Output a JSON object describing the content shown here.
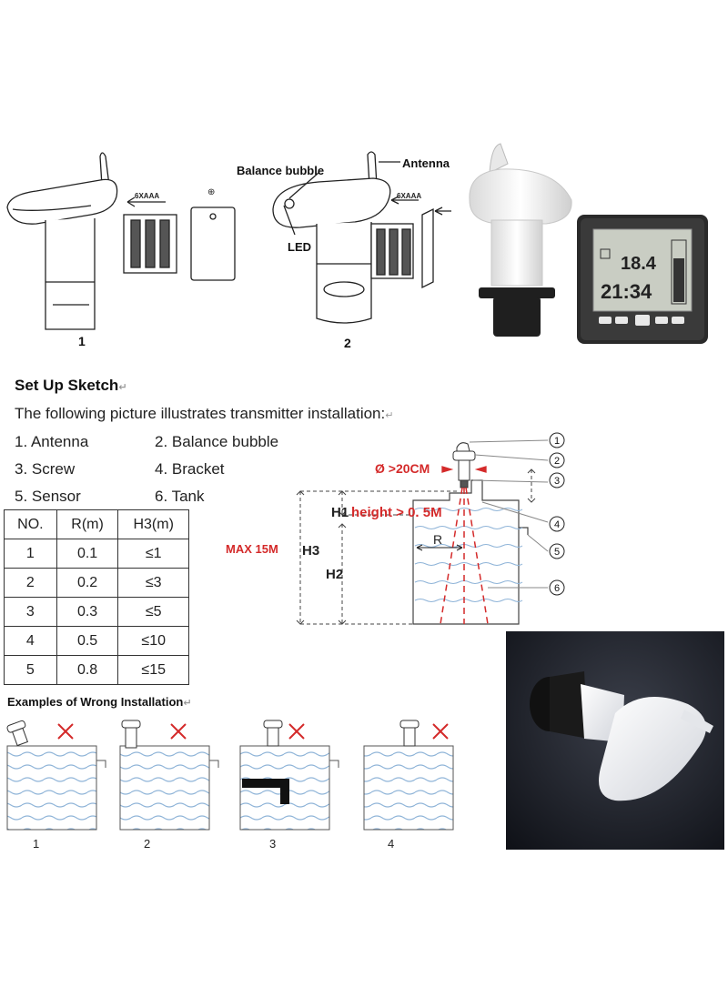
{
  "diagram1": {
    "battery_label": "6XAAA",
    "step": "1"
  },
  "diagram2": {
    "balance_bubble": "Balance bubble",
    "antenna": "Antenna",
    "led": "LED",
    "battery_label": "6XAAA",
    "step": "2"
  },
  "display": {
    "temp": "18.4",
    "time": "21:34"
  },
  "setup": {
    "title": "Set Up Sketch",
    "intro": "The following picture illustrates transmitter installation:",
    "items": [
      "1. Antenna",
      "2. Balance bubble",
      "3. Screw",
      "4. Bracket",
      "5. Sensor",
      "6. Tank"
    ]
  },
  "table": {
    "headers": [
      "NO.",
      "R(m)",
      "H3(m)"
    ],
    "rows": [
      [
        "1",
        "0.1",
        "≤1"
      ],
      [
        "2",
        "0.2",
        "≤3"
      ],
      [
        "3",
        "0.3",
        "≤5"
      ],
      [
        "4",
        "0.5",
        "≤10"
      ],
      [
        "5",
        "0.8",
        "≤15"
      ]
    ]
  },
  "sketch": {
    "diameter": "Ø >20CM",
    "height": "height > 0. 5M",
    "max": "MAX 15M",
    "h1": "H1",
    "h2": "H2",
    "h3": "H3",
    "r": "R",
    "callouts": [
      "1",
      "2",
      "3",
      "4",
      "5",
      "6"
    ]
  },
  "wrong": {
    "title": "Examples of Wrong Installation",
    "numbers": [
      "1",
      "2",
      "3",
      "4"
    ]
  },
  "colors": {
    "accent_red": "#d42a2a",
    "water": "#8fb4d8",
    "product_white": "#efefef",
    "product_black": "#1f1f1f"
  }
}
